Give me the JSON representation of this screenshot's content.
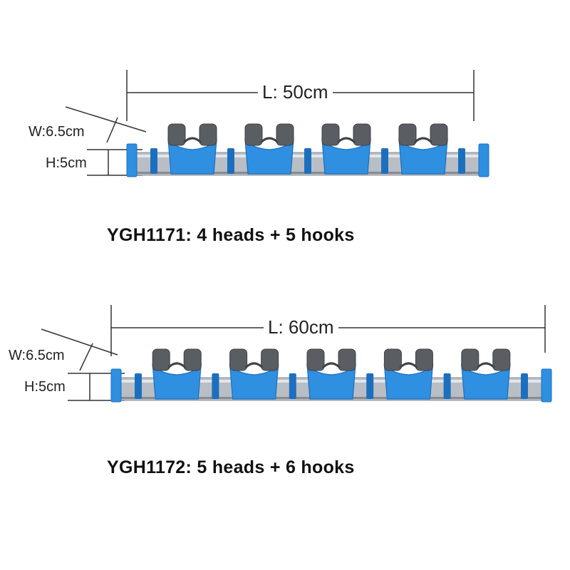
{
  "products": [
    {
      "length_label": "L: 50cm",
      "width_label": "W:6.5cm",
      "height_label": "H:5cm",
      "caption": "YGH1171: 4 heads + 5 hooks",
      "heads": 4,
      "hooks": 5
    },
    {
      "length_label": "L: 60cm",
      "width_label": "W:6.5cm",
      "height_label": "H:5cm",
      "caption": "YGH1172: 5 heads + 6 hooks",
      "heads": 5,
      "hooks": 6
    }
  ],
  "colors": {
    "holder_blue": "#2f8fe0",
    "holder_blue_dark": "#1c6fbf",
    "rubber_grey": "#5a5d62",
    "rail_silver": "#b9bec4",
    "line": "#333333"
  }
}
